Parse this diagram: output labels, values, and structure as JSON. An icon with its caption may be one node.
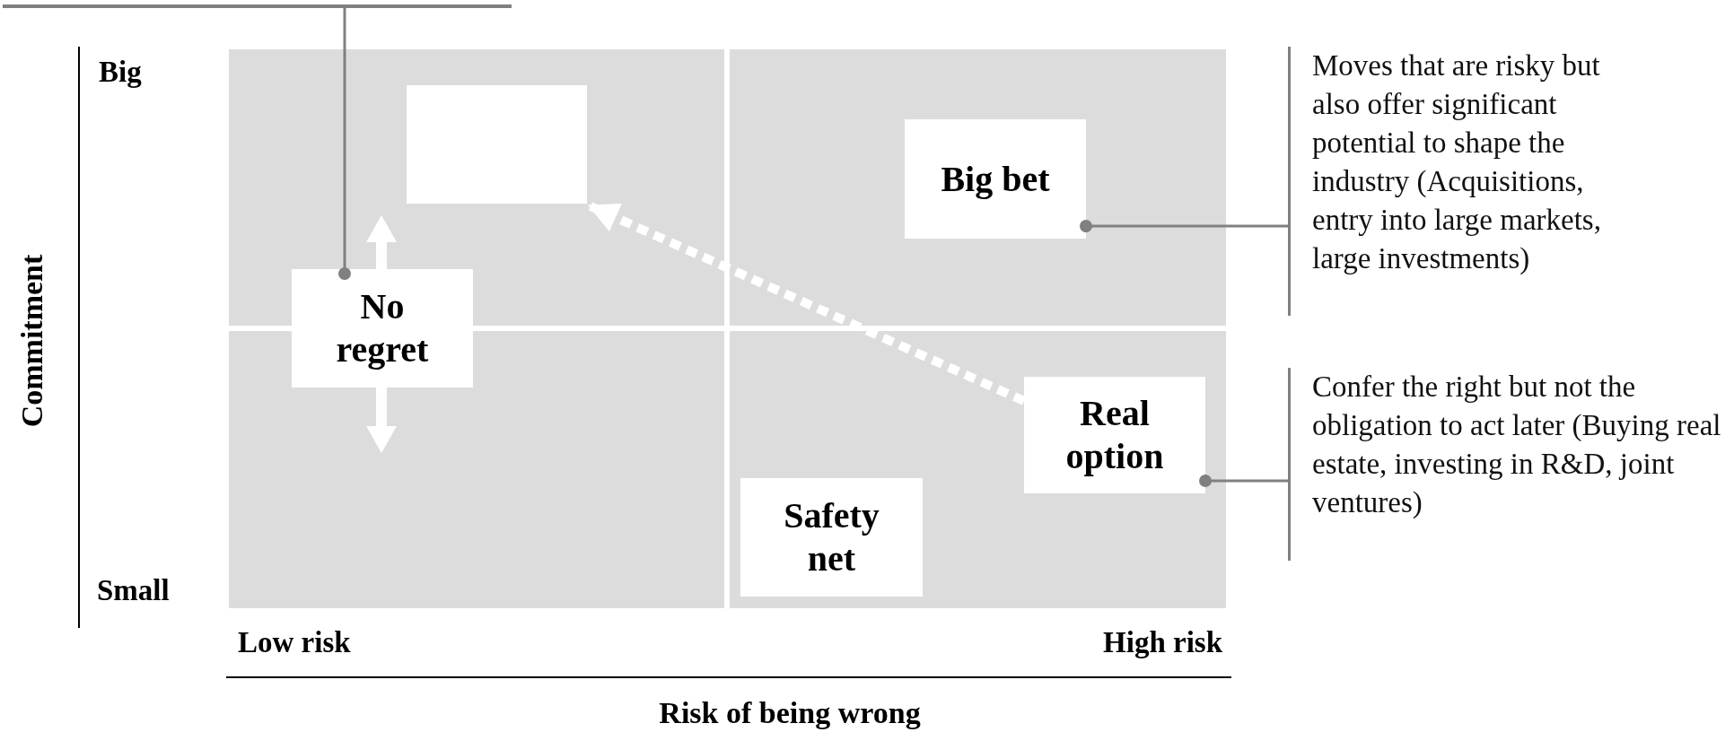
{
  "diagram": {
    "nodes": [
      {
        "text": [],
        "shape": "box"
      },
      {
        "text": [
          "Big bet"
        ]
      },
      {
        "text": [
          "Moves that are risky but also offer significant potential to shape the industry (Acquisitions, entry into large markets, large investments)"
        ]
      },
      {
        "text": [
          "No regret"
        ]
      },
      {
        "text": [
          "Real option"
        ]
      },
      {
        "text": [
          "Confer the right but not the obligation to act later (Buying real estate, investing in R&D, joint ventures)"
        ]
      },
      {
        "text": [
          "Safety net"
        ]
      }
    ],
    "edges": [
      {
        "from": 4,
        "to": 0,
        "arrow": "to",
        "style": "dashed",
        "color": "#ffffff"
      },
      {
        "from": 1,
        "to": 2,
        "arrow": "other"
      },
      {
        "from": 4,
        "to": 5,
        "arrow": "other"
      },
      {
        "from": 3,
        "to": null,
        "arrow": "other"
      }
    ],
    "labels": [
      "Big",
      "Small",
      "Commitment",
      "Low risk",
      "High risk",
      "Risk of being wrong"
    ]
  }
}
